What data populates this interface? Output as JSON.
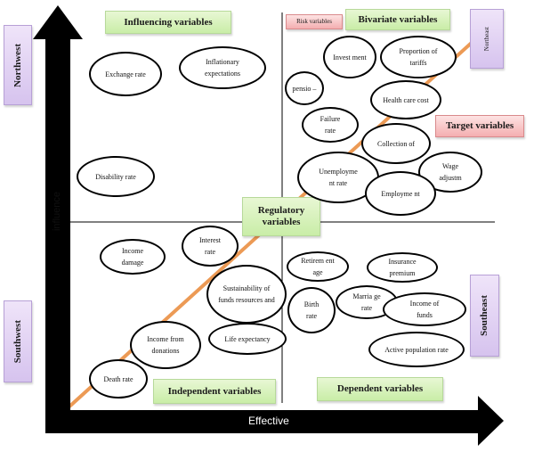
{
  "axes": {
    "x_label": "Effective",
    "y_label": "influence"
  },
  "quadrant_labels": {
    "influencing": "Influencing variables",
    "bivariate": "Bivariate variables",
    "independent": "Independent variables",
    "dependent": "Dependent variables",
    "regulatory": "Regulatory variables",
    "target": "Target variables",
    "risk": "Risk variables"
  },
  "directions": {
    "northwest": "Northwest",
    "southwest": "Southwest",
    "southeast": "Southeast",
    "northeast": "Northeast"
  },
  "variables": {
    "exchange_rate": "Exchange rate",
    "inflationary_expectations": "Inflationary expectations",
    "disability_rate": "Disability rate",
    "investment": "Invest ment",
    "proportion_of_tariffs": "Proportion of tariffs",
    "pension": "pensio –",
    "health_care_cost": "Health care cost",
    "failure_rate": "Failure rate",
    "collection_of": "Collection of",
    "unemployment_rate": "Unemployme nt rate",
    "wage_adjustment": "Wage adjustm",
    "employment": "Employme nt",
    "income_damage": "Income damage",
    "interest_rate": "Interest rate",
    "sustainability_of_funds": "Sustainability of funds resources and",
    "income_from_donations": "Income from donations",
    "life_expectancy": "Life expectancy",
    "death_rate": "Death rate",
    "retirement_age": "Retirem ent age",
    "insurance_premium": "Insurance premium",
    "birth_rate": "Birth rate",
    "marriage_rate": "Marria ge rate",
    "income_of_funds": "Income of funds",
    "active_population_rate": "Active population rate"
  },
  "colors": {
    "axis": "#000000",
    "diagonal": "#f0a35e",
    "green_box": "#c9eda7",
    "purple_box": "#d6c3ee",
    "pink_box": "#f4aeb0"
  }
}
